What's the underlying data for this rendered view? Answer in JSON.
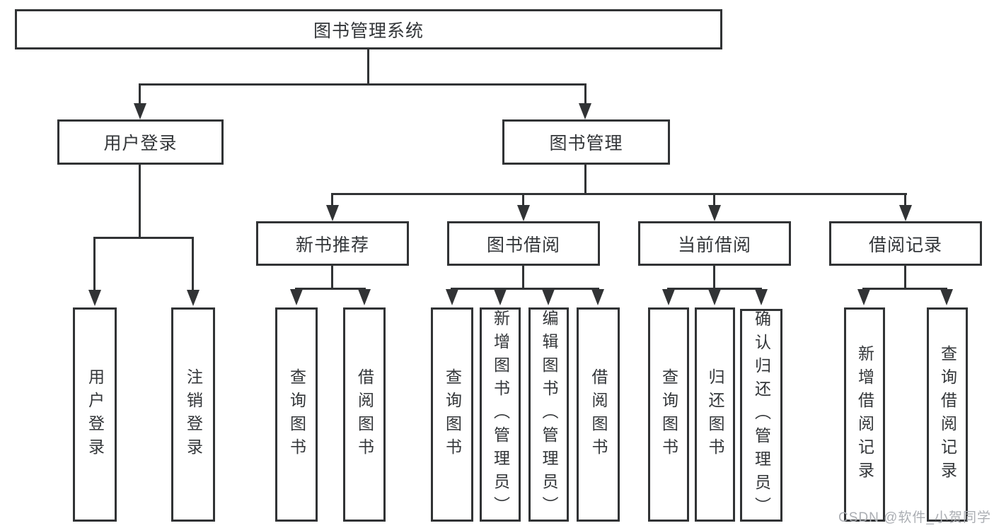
{
  "tree": {
    "root": "图书管理系统",
    "branches": [
      {
        "label": "用户登录",
        "children": [
          "用户登录",
          "注销登录"
        ]
      },
      {
        "label": "图书管理",
        "groups": [
          {
            "label": "新书推荐",
            "children": [
              "查询图书",
              "借阅图书"
            ]
          },
          {
            "label": "图书借阅",
            "children": [
              "查询图书",
              "新增图书（管理员）",
              "编辑图书（管理员）",
              "借阅图书"
            ]
          },
          {
            "label": "当前借阅",
            "children": [
              "查询图书",
              "归还图书",
              "确认归还（管理员）"
            ]
          },
          {
            "label": "借阅记录",
            "children": [
              "新增借阅记录",
              "查询借阅记录"
            ]
          }
        ]
      }
    ]
  },
  "watermark": "CSDN @软件_小贺同学",
  "colors": {
    "line": "#313335",
    "text": "#333639",
    "watermark": "#abaeb3",
    "background": "#ffffff"
  }
}
